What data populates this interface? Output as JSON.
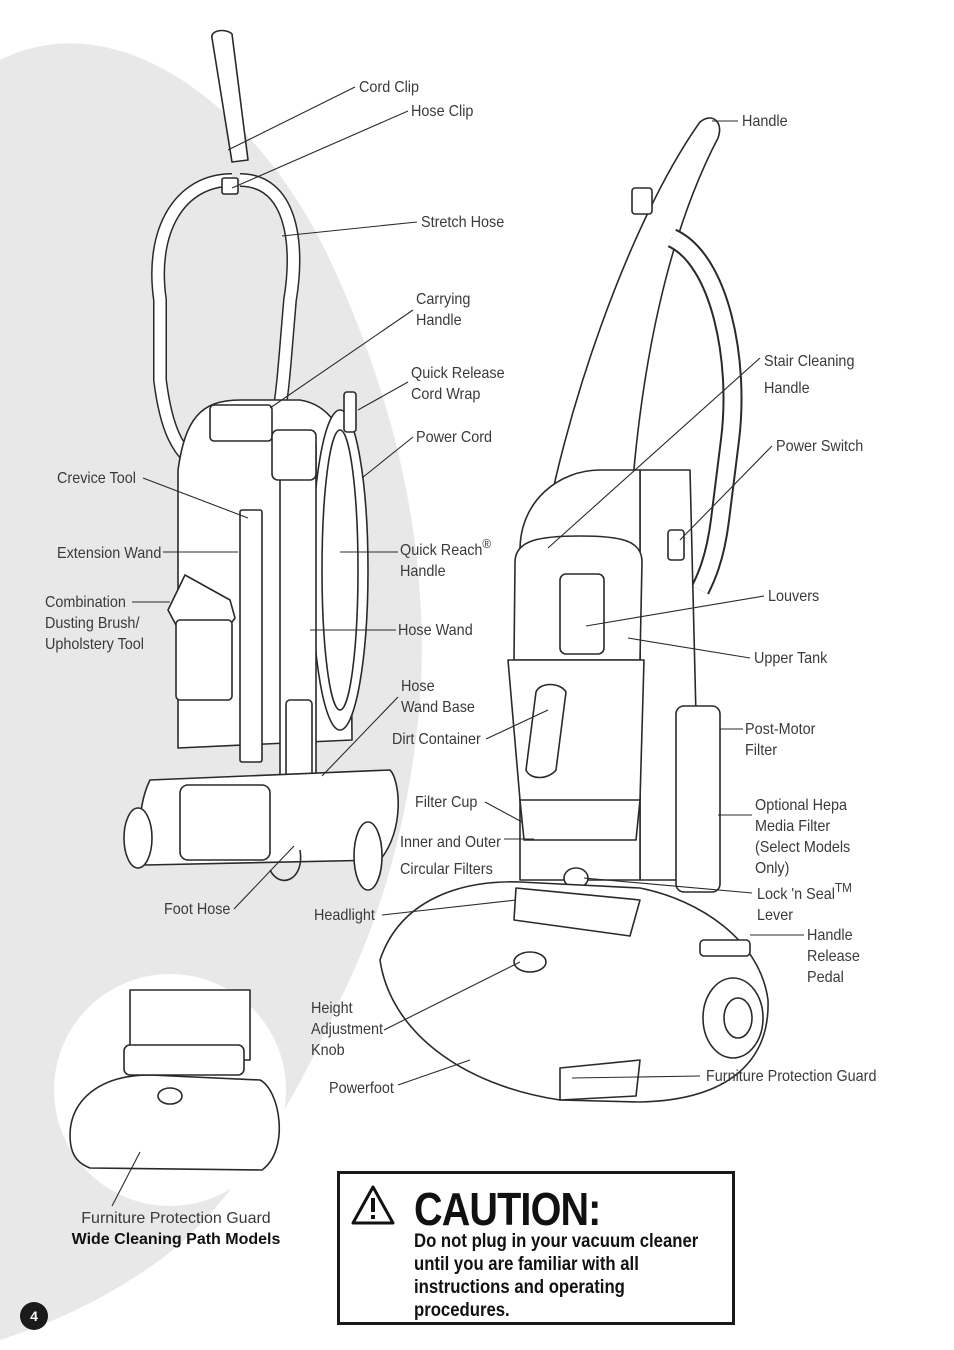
{
  "labels": {
    "cord_clip": "Cord Clip",
    "hose_clip": "Hose Clip",
    "handle": "Handle",
    "stretch_hose": "Stretch Hose",
    "carrying_handle": "Carrying\nHandle",
    "quick_release_cord_wrap": "Quick Release\nCord Wrap",
    "stair_cleaning_handle": "Stair Cleaning\nHandle",
    "power_cord": "Power Cord",
    "power_switch": "Power Switch",
    "crevice_tool": "Crevice Tool",
    "quick_reach_handle": "Quick Reach",
    "quick_reach_mark": "®",
    "quick_reach_handle_2": "Handle",
    "extension_wand": "Extension Wand",
    "louvers": "Louvers",
    "combination_tool": "Combination\nDusting Brush/\nUpholstery Tool",
    "hose_wand": "Hose Wand",
    "upper_tank": "Upper Tank",
    "hose_wand_base": "Hose\nWand Base",
    "dirt_container": "Dirt Container",
    "post_motor_filter": "Post-Motor\nFilter",
    "filter_cup": "Filter Cup",
    "optional_hepa": "Optional Hepa\nMedia Filter\n(Select Models\nOnly)",
    "inner_outer_filters": "Inner and Outer\nCircular Filters",
    "lock_n_seal": "Lock 'n Seal",
    "lock_n_seal_mark": "TM",
    "lock_n_seal_2": "Lever",
    "foot_hose": "Foot Hose",
    "headlight": "Headlight",
    "handle_release_pedal": "Handle\nRelease\nPedal",
    "height_adjustment_knob": "Height\nAdjustment\nKnob",
    "furniture_protection_guard": "Furniture Protection Guard",
    "powerfoot": "Powerfoot"
  },
  "inset": {
    "caption_line1": "Furniture Protection Guard",
    "caption_line2": "Wide Cleaning Path Models"
  },
  "caution": {
    "title": "CAUTION:",
    "text": "Do not plug in your vacuum cleaner until you are familiar with all instructions and operating procedures."
  },
  "page_number": "4",
  "colors": {
    "background_swoosh": "#e8e8e8",
    "line_art": "#2a2a2a",
    "label_text": "#3a3a3a"
  }
}
